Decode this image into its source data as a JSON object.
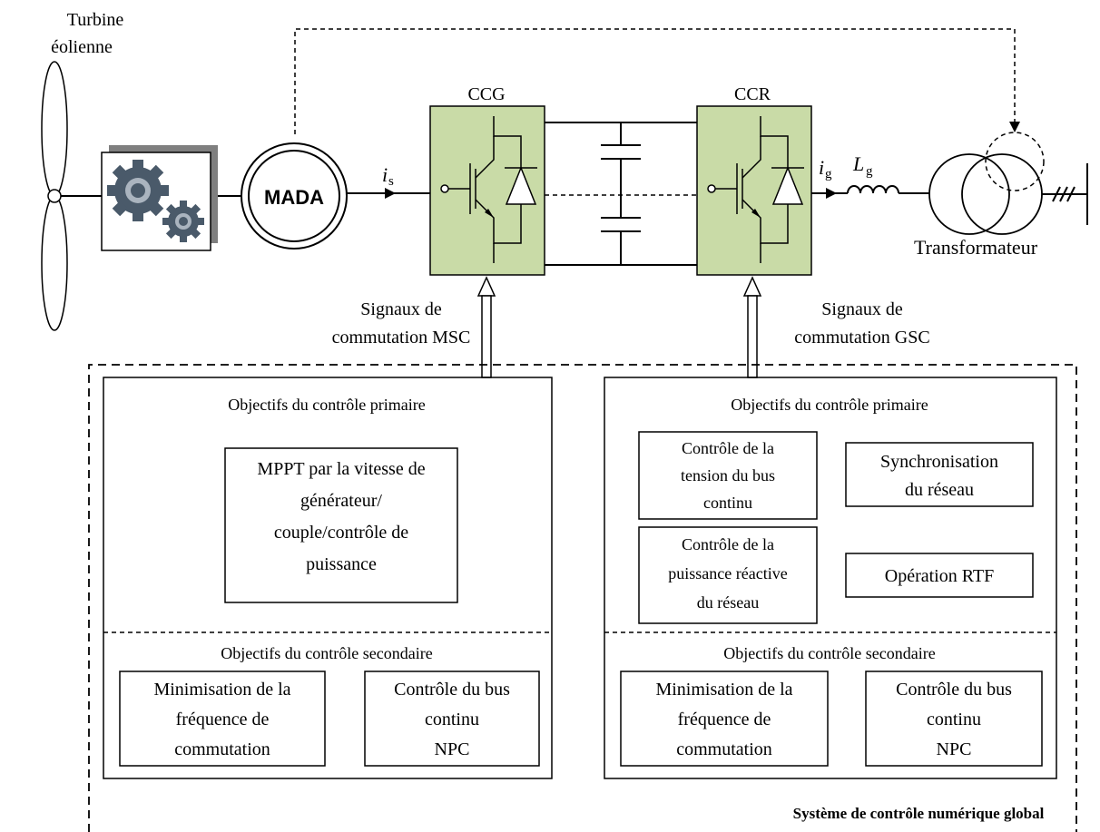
{
  "turbine": {
    "label_line1": "Turbine",
    "label_line2": "éolienne"
  },
  "generator": {
    "label": "MADA"
  },
  "currents": {
    "is_main": "i",
    "is_sub": "s",
    "ig_main": "i",
    "ig_sub": "g",
    "lg_main": "L",
    "lg_sub": "g"
  },
  "converters": {
    "machine_side": "CCG",
    "grid_side": "CCR"
  },
  "transformer": {
    "label": "Transformateur"
  },
  "signals": {
    "msc_line1": "Signaux de",
    "msc_line2": "commutation MSC",
    "gsc_line1": "Signaux de",
    "gsc_line2": "commutation GSC"
  },
  "left_panel": {
    "primary_title": "Objectifs du contrôle primaire",
    "mppt": [
      "MPPT par la vitesse de",
      "générateur/",
      "couple/contrôle de",
      "puissance"
    ],
    "secondary_title": "Objectifs du contrôle secondaire",
    "minimisation": [
      "Minimisation de la",
      "fréquence de",
      "commutation"
    ],
    "bus": [
      "Contrôle du bus",
      "continu",
      "NPC"
    ]
  },
  "right_panel": {
    "primary_title": "Objectifs du contrôle primaire",
    "tension": [
      "Contrôle de la",
      "tension du bus",
      "continu"
    ],
    "sync": [
      "Synchronisation",
      "du réseau"
    ],
    "puissance": [
      "Contrôle de la",
      "puissance réactive",
      "du réseau"
    ],
    "rtf": "Opération RTF",
    "secondary_title": "Objectifs du contrôle secondaire",
    "minimisation": [
      "Minimisation de la",
      "fréquence de",
      "commutation"
    ],
    "bus": [
      "Contrôle du bus",
      "continu",
      "NPC"
    ]
  },
  "system_label": "Système de contrôle numérique global"
}
